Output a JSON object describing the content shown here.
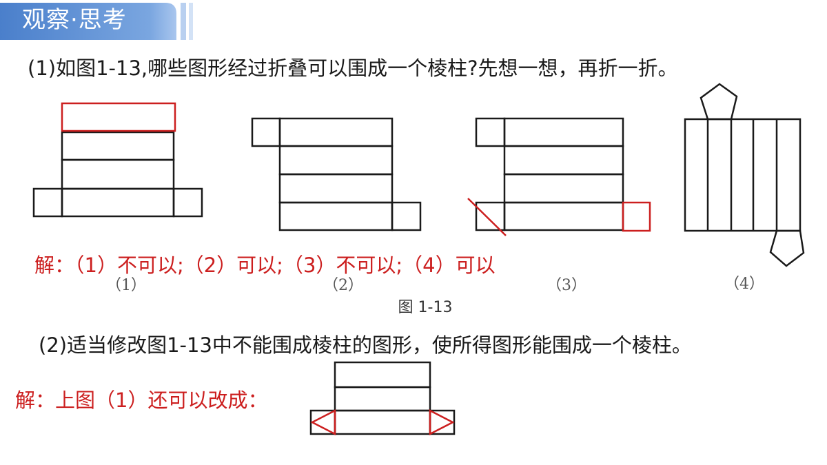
{
  "header": {
    "title": "观察·思考"
  },
  "questions": {
    "q1": "(1)如图1-13,哪些图形经过折叠可以围成一个棱柱?先想一想，再折一折。",
    "q2": "(2)适当修改图1-13中不能围成棱柱的图形，使所得图形能围成一个棱柱。"
  },
  "answers": {
    "a1": "解：（1）不可以;（2）可以;（3）不可以;（4）可以",
    "a2": "解：上图（1）还可以改成："
  },
  "figure": {
    "caption": "图 1-13",
    "labels": [
      "（1）",
      "（2）",
      "（3）",
      "（4）"
    ]
  },
  "colors": {
    "header_banner": "#5b8fd4",
    "answer": "#cc1f1f",
    "diagram_line": "#1a1a1a",
    "highlight": "#cc1f1f"
  }
}
